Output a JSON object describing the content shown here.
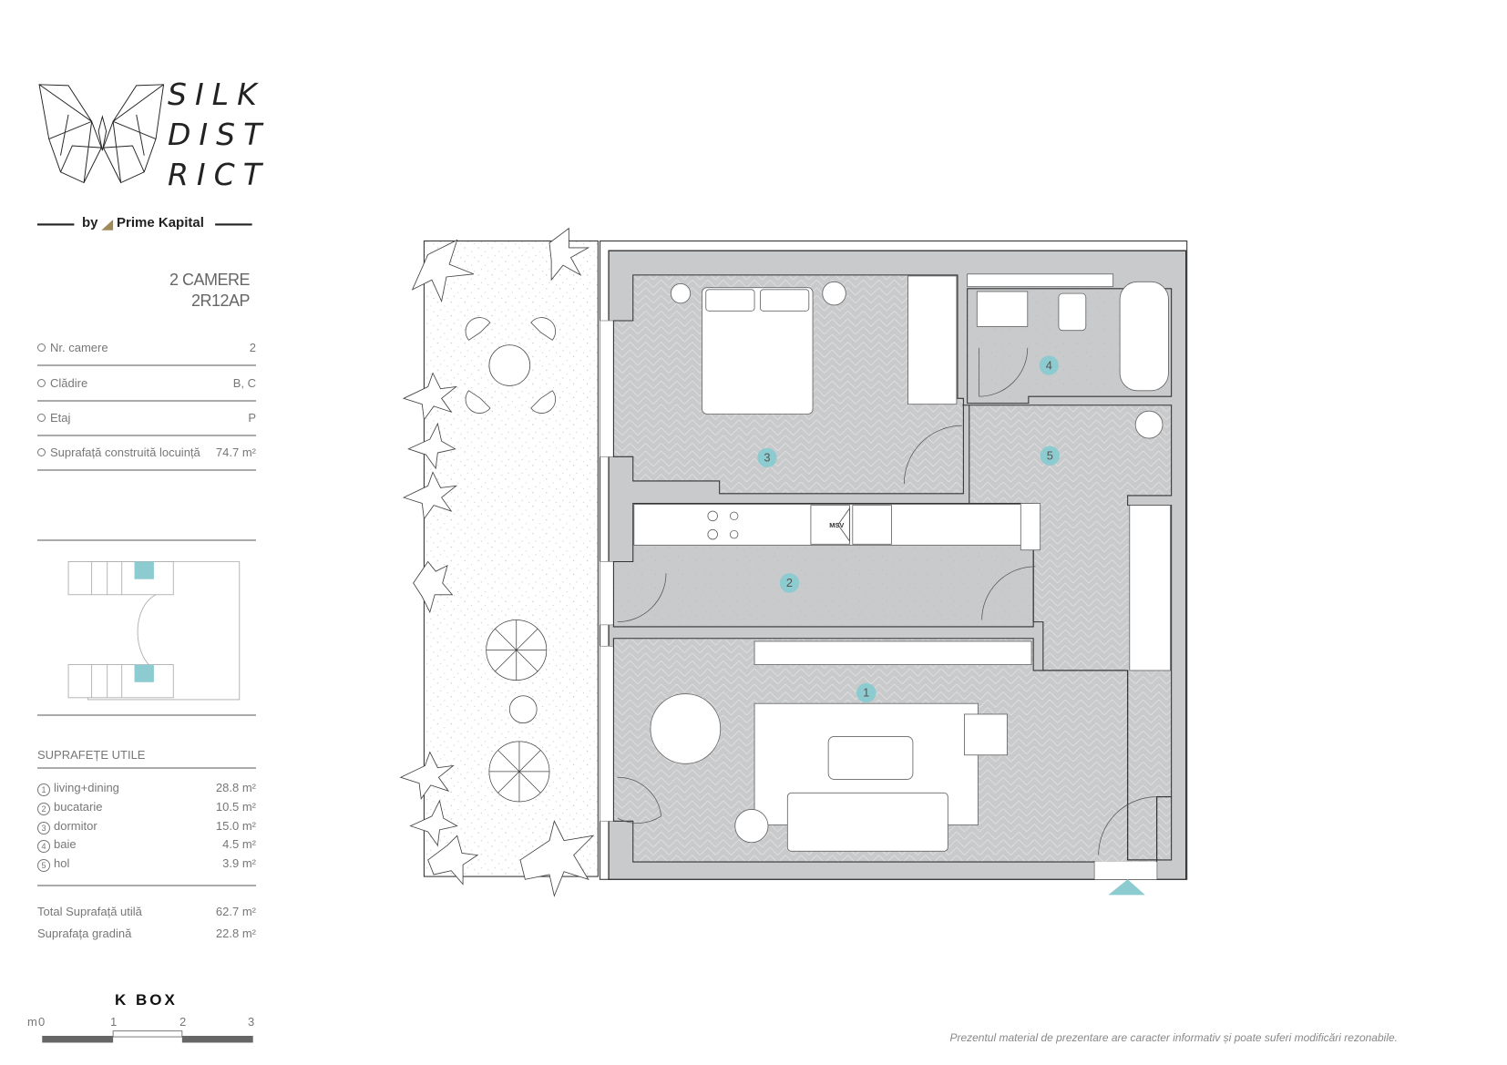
{
  "brand": {
    "line1": "SILK",
    "line2": "DIST",
    "line3": "RICT",
    "by": "by",
    "company": "Prime Kapital"
  },
  "unit": {
    "type": "2 CAMERE",
    "code": "2R12AP"
  },
  "specs": [
    {
      "label": "Nr. camere",
      "value": "2"
    },
    {
      "label": "Clădire",
      "value": "B, C"
    },
    {
      "label": "Etaj",
      "value": "P"
    },
    {
      "label": "Suprafață construită locuință",
      "value": "74.7 m²"
    }
  ],
  "areas_title": "SUPRAFEȚE UTILE",
  "areas": [
    {
      "n": "1",
      "label": "living+dining",
      "value": "28.8 m²"
    },
    {
      "n": "2",
      "label": "bucatarie",
      "value": "10.5 m²"
    },
    {
      "n": "3",
      "label": "dormitor",
      "value": "15.0 m²"
    },
    {
      "n": "4",
      "label": "baie",
      "value": "4.5 m²"
    },
    {
      "n": "5",
      "label": "hol",
      "value": "3.9 m²"
    }
  ],
  "totals": [
    {
      "label": "Total Suprafață utilă",
      "value": "62.7  m²"
    },
    {
      "label": "Suprafața gradină",
      "value": "22.8 m²"
    }
  ],
  "kbox": "K BOX",
  "scale": {
    "unit": "m",
    "ticks": [
      "0",
      "1",
      "2",
      "3"
    ]
  },
  "plan": {
    "msv_label": "MSV",
    "room_numbers": [
      "1",
      "2",
      "3",
      "4",
      "5"
    ]
  },
  "footer": "Prezentul material de prezentare are caracter informativ și poate suferi modificări rezonabile.",
  "colors": {
    "accent": "#8ccbcf",
    "wall": "#c9cacc",
    "text": "#777777"
  }
}
